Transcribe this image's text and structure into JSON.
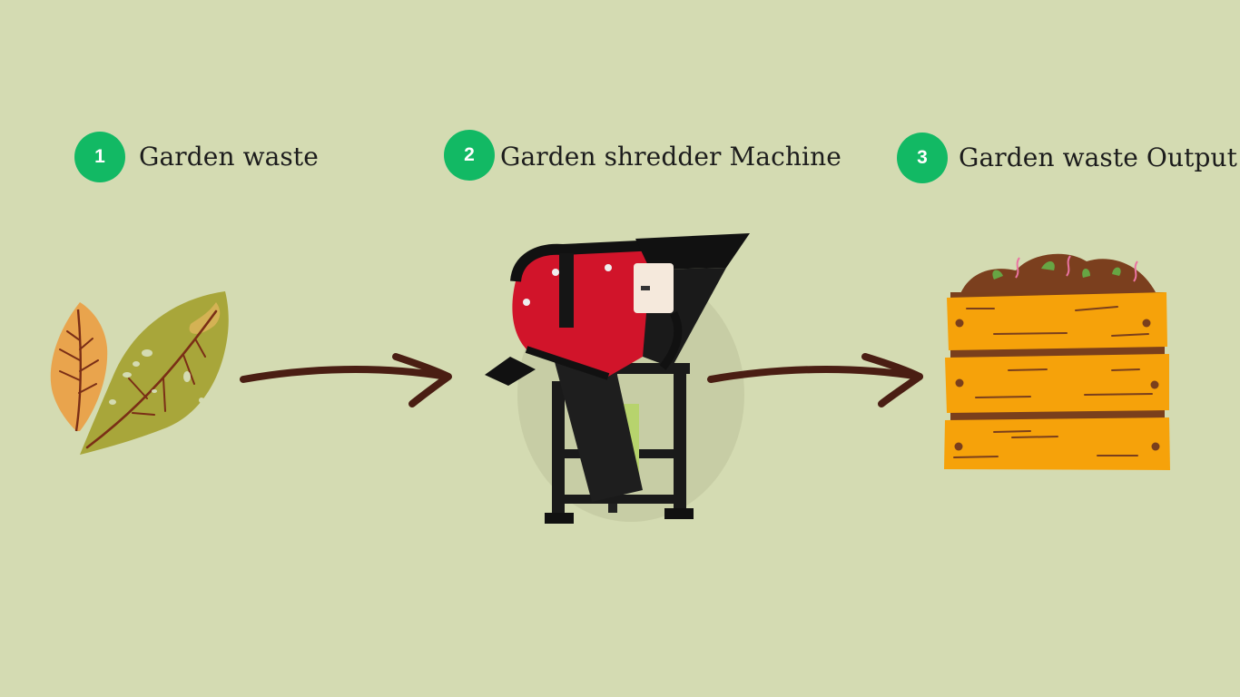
{
  "colors": {
    "background": "#d4dbb2",
    "badge": "#12b964",
    "arrow": "#4a1e13"
  },
  "steps": [
    {
      "number": "1",
      "label": "Garden waste",
      "illustration": "leaves-icon"
    },
    {
      "number": "2",
      "label": "Garden shredder Machine",
      "illustration": "shredder-machine-icon"
    },
    {
      "number": "3",
      "label": "Garden waste Output",
      "illustration": "compost-crate-icon"
    }
  ],
  "connectors": [
    "arrow-right-icon",
    "arrow-right-icon"
  ]
}
